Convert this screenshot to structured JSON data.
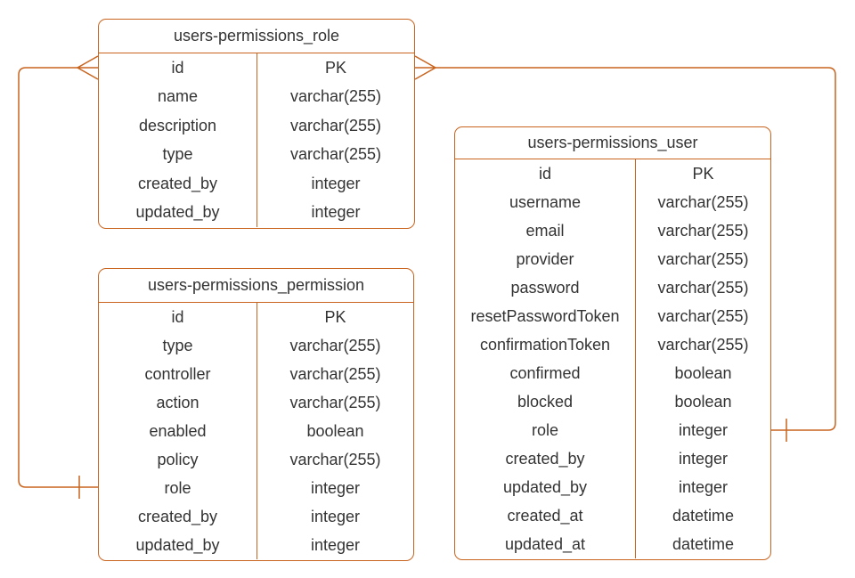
{
  "diagram": {
    "colors": {
      "accent": "#C8641E",
      "text": "#333333",
      "background": "#FFFFFF"
    },
    "tables": [
      {
        "id": "role",
        "title": "users-permissions_role",
        "fields": [
          {
            "name": "id",
            "type": "PK"
          },
          {
            "name": "name",
            "type": "varchar(255)"
          },
          {
            "name": "description",
            "type": "varchar(255)"
          },
          {
            "name": "type",
            "type": "varchar(255)"
          },
          {
            "name": "created_by",
            "type": "integer"
          },
          {
            "name": "updated_by",
            "type": "integer"
          }
        ]
      },
      {
        "id": "permission",
        "title": "users-permissions_permission",
        "fields": [
          {
            "name": "id",
            "type": "PK"
          },
          {
            "name": "type",
            "type": "varchar(255)"
          },
          {
            "name": "controller",
            "type": "varchar(255)"
          },
          {
            "name": "action",
            "type": "varchar(255)"
          },
          {
            "name": "enabled",
            "type": "boolean"
          },
          {
            "name": "policy",
            "type": "varchar(255)"
          },
          {
            "name": "role",
            "type": "integer"
          },
          {
            "name": "created_by",
            "type": "integer"
          },
          {
            "name": "updated_by",
            "type": "integer"
          }
        ]
      },
      {
        "id": "user",
        "title": "users-permissions_user",
        "fields": [
          {
            "name": "id",
            "type": "PK"
          },
          {
            "name": "username",
            "type": "varchar(255)"
          },
          {
            "name": "email",
            "type": "varchar(255)"
          },
          {
            "name": "provider",
            "type": "varchar(255)"
          },
          {
            "name": "password",
            "type": "varchar(255)"
          },
          {
            "name": "resetPasswordToken",
            "type": "varchar(255)"
          },
          {
            "name": "confirmationToken",
            "type": "varchar(255)"
          },
          {
            "name": "confirmed",
            "type": "boolean"
          },
          {
            "name": "blocked",
            "type": "boolean"
          },
          {
            "name": "role",
            "type": "integer"
          },
          {
            "name": "created_by",
            "type": "integer"
          },
          {
            "name": "updated_by",
            "type": "integer"
          },
          {
            "name": "created_at",
            "type": "datetime"
          },
          {
            "name": "updated_at",
            "type": "datetime"
          }
        ]
      }
    ],
    "relationships": [
      {
        "id": "role-permission",
        "from_table": "users-permissions_role",
        "from_field": "id",
        "from_cardinality": "many",
        "to_table": "users-permissions_permission",
        "to_field": "role",
        "to_cardinality": "one"
      },
      {
        "id": "role-user",
        "from_table": "users-permissions_role",
        "from_field": "id",
        "from_cardinality": "many",
        "to_table": "users-permissions_user",
        "to_field": "role",
        "to_cardinality": "one"
      }
    ]
  }
}
